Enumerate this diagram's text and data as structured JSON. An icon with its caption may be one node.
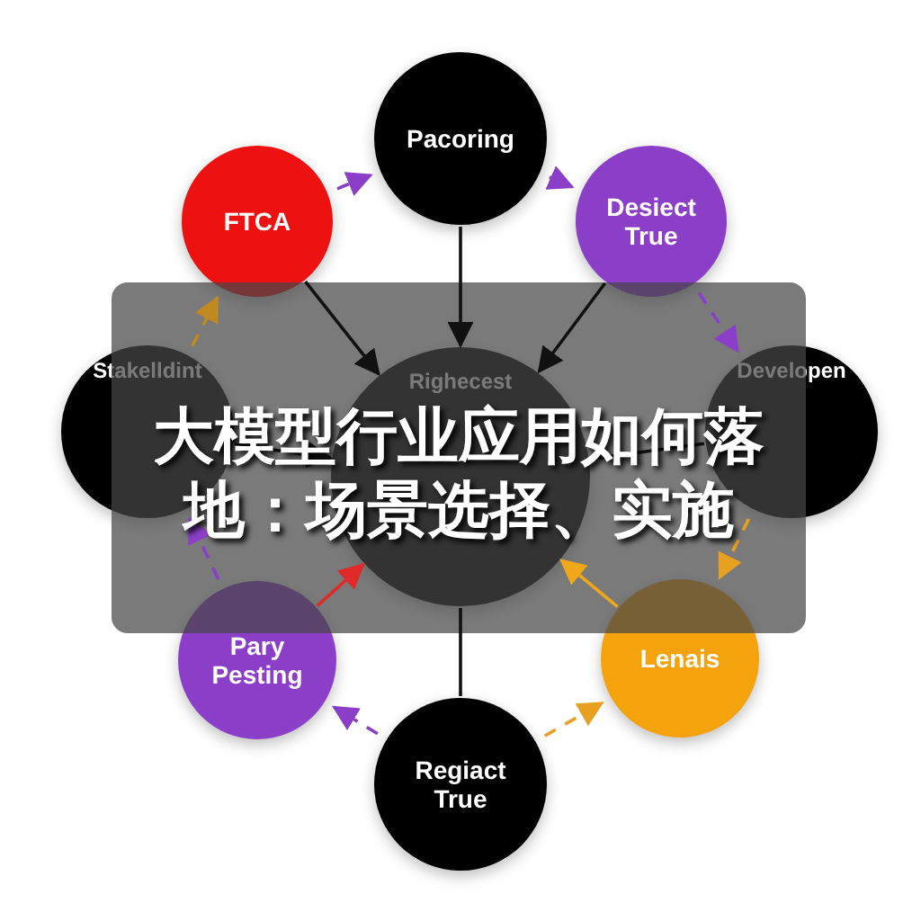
{
  "diagram": {
    "title": "大模型行业应用如何落地：场景选择、实施",
    "nodes": [
      {
        "text": [
          "Righecest"
        ]
      },
      {
        "text": [
          "Pacoring"
        ]
      },
      {
        "text": [
          "Desiect True"
        ]
      },
      {
        "text": [
          "Developen"
        ]
      },
      {
        "text": [
          "Lenais"
        ]
      },
      {
        "text": [
          "Regiact True"
        ]
      },
      {
        "text": [
          "Pary Pesting"
        ]
      },
      {
        "text": [
          "Stakelldint"
        ]
      },
      {
        "text": [
          "FTCA"
        ]
      }
    ],
    "edges": [
      {
        "from": 1,
        "to": 0,
        "arrow": "to"
      },
      {
        "from": 2,
        "to": 0,
        "arrow": "to"
      },
      {
        "from": 8,
        "to": 0,
        "arrow": "to"
      },
      {
        "from": 7,
        "to": 0,
        "arrow": "to"
      },
      {
        "from": 3,
        "to": 0,
        "arrow": "none"
      },
      {
        "from": 5,
        "to": 0,
        "arrow": "none"
      },
      {
        "from": 6,
        "to": 0,
        "arrow": "to",
        "color": "#e02a2a"
      },
      {
        "from": 4,
        "to": 0,
        "arrow": "to",
        "color": "#f0a818"
      },
      {
        "from": 8,
        "to": 1,
        "arrow": "to",
        "style": "dashed",
        "color": "#8b3fc8"
      },
      {
        "from": 1,
        "to": 2,
        "arrow": "to",
        "style": "dashed",
        "color": "#8b3fc8"
      },
      {
        "from": 2,
        "to": 3,
        "arrow": "to",
        "style": "dashed",
        "color": "#8b3fc8"
      },
      {
        "from": 3,
        "to": 4,
        "arrow": "to",
        "style": "dashed",
        "color": "#e8a020"
      },
      {
        "from": 5,
        "to": 4,
        "arrow": "to",
        "style": "dashed",
        "color": "#e8a020"
      },
      {
        "from": 5,
        "to": 6,
        "arrow": "to",
        "style": "dashed",
        "color": "#8b3fc8"
      },
      {
        "from": 6,
        "to": 7,
        "arrow": "to",
        "style": "dashed",
        "color": "#8b3fc8"
      },
      {
        "from": 7,
        "to": 8,
        "arrow": "to",
        "style": "dashed",
        "color": "#c08a20"
      }
    ]
  }
}
